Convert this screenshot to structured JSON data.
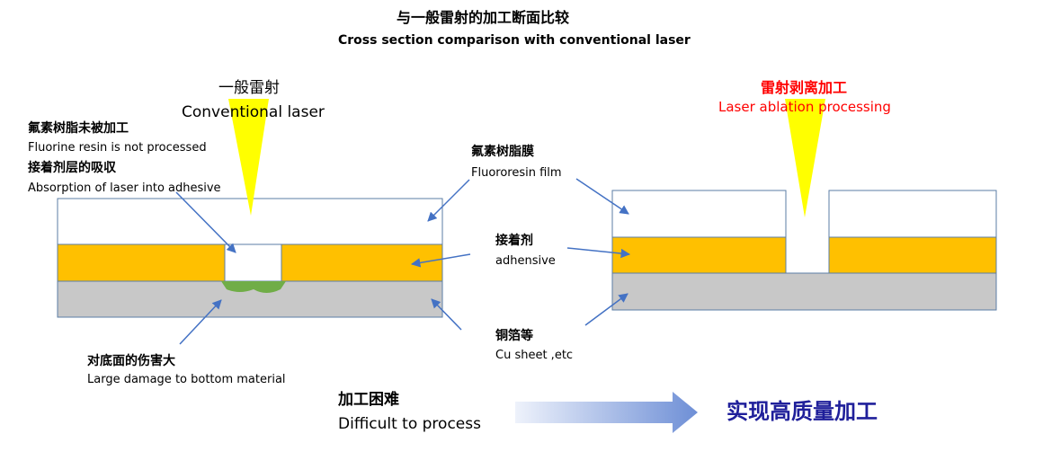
{
  "title": {
    "cn": "与一般雷射的加工断面比较",
    "en": "Cross section comparison with conventional laser"
  },
  "left_panel": {
    "heading_cn": "一般雷射",
    "heading_en": "Conventional laser",
    "label_not_processed_cn": "氟素树脂未被加工",
    "label_not_processed_en": "Fluorine resin is not processed",
    "label_absorption_cn": "接着剂层的吸収",
    "label_absorption_en": "Absorption of laser into adhesive",
    "label_damage_cn": "对底面的伤害大",
    "label_damage_en": "Large damage to bottom material"
  },
  "middle_labels": {
    "film_cn": "氟素树脂膜",
    "film_en": "Fluororesin film",
    "adhesive_cn": "接着剂",
    "adhesive_en": "adhensive",
    "copper_cn": "铜箔等",
    "copper_en": "Cu sheet ,etc"
  },
  "right_panel": {
    "heading_cn": "雷射剥离加工",
    "heading_en": "Laser ablation processing"
  },
  "bottom": {
    "difficult_cn": "加工困难",
    "difficult_en": "Difficult to process",
    "result_cn": "实现高质量加工"
  },
  "colors": {
    "film": "#ffffff",
    "adhesive": "#ffc000",
    "copper": "#c8c8c8",
    "outline": "#5b7ea6",
    "laser": "#ffff00",
    "damage": "#70ad47",
    "arrow": "#4472c4",
    "heading_red": "#ff0000",
    "result_navy": "#1f1f9a"
  }
}
